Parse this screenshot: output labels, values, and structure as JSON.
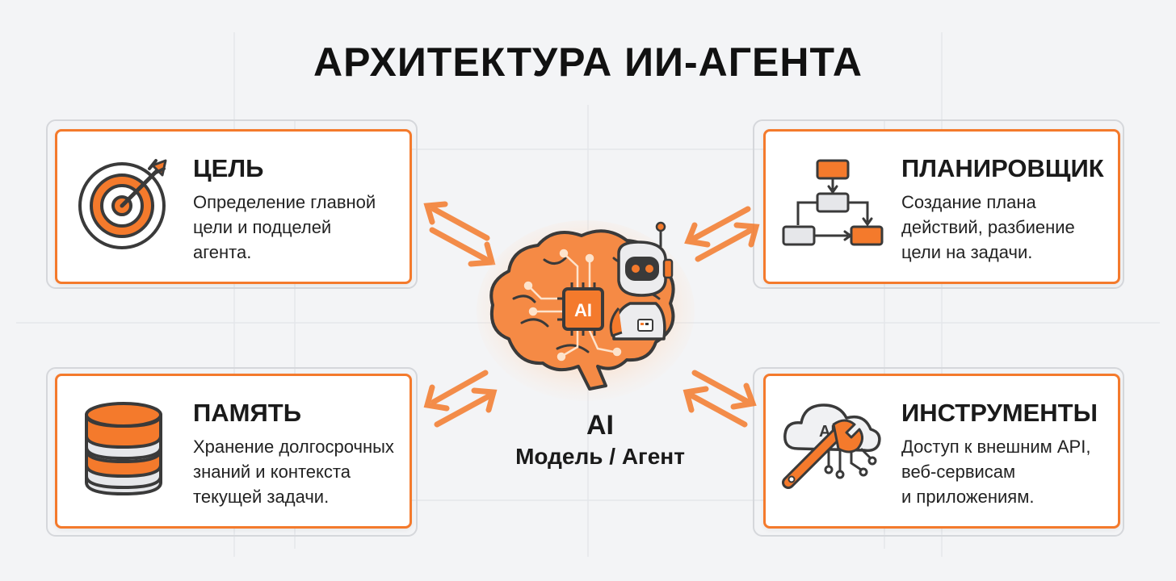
{
  "title": "АРХИТЕКТУРА ИИ-АГЕНТА",
  "colors": {
    "accent": "#f47a2c",
    "accent_light": "#fbc49a",
    "ink": "#1a1a1a",
    "background": "#f3f4f6"
  },
  "cards": {
    "goal": {
      "title": "ЦЕЛЬ",
      "description": "Определение главной\nцели и подцелей\nагента.",
      "icon": "target-icon"
    },
    "planner": {
      "title": "ПЛАНИРОВЩИК",
      "description": "Создание плана\nдействий, разбиение\nцели на задачи.",
      "icon": "flowchart-icon"
    },
    "memory": {
      "title": "ПАМЯТЬ",
      "description": "Хранение долгосрочных\nзнаний и контекста\nтекущей задачи.",
      "icon": "database-icon"
    },
    "tools": {
      "title": "ИНСТРУМЕНТЫ",
      "description": "Доступ к внешним API,\nвеб-сервисам\nи приложениям.",
      "icon": "cloud-wrench-icon",
      "cloud_text": "AP"
    }
  },
  "center": {
    "chip_text": "AI",
    "label": "AI",
    "sublabel": "Модель / Агент",
    "icon": "brain-robot-icon"
  }
}
